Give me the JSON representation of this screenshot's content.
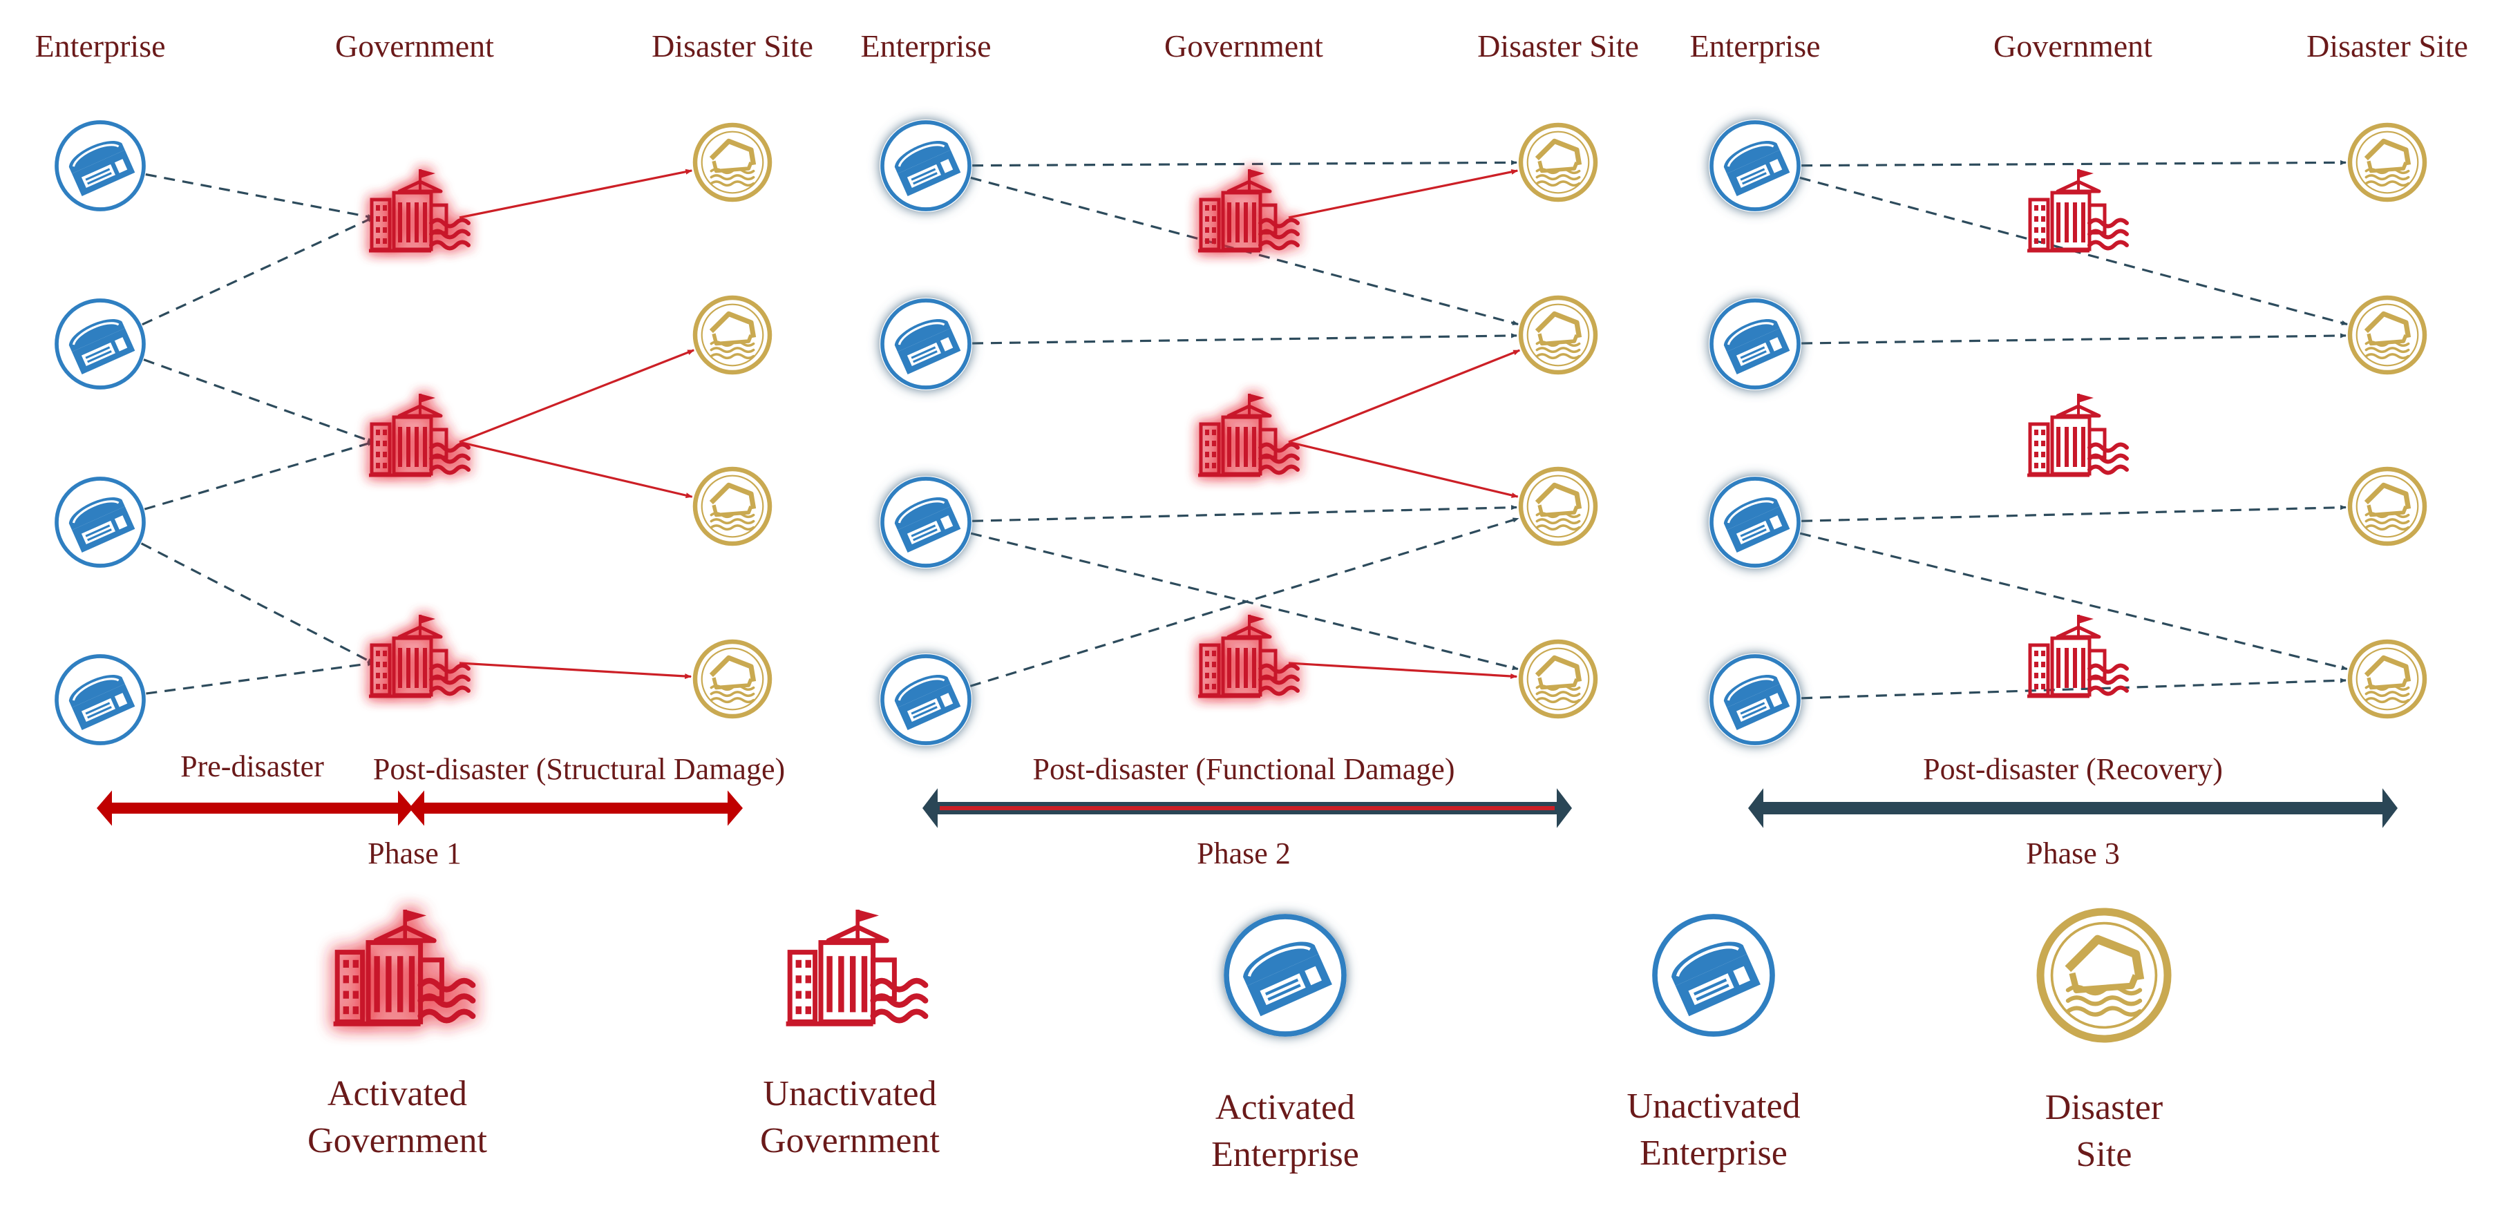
{
  "columns": {
    "enterprise": "Enterprise",
    "government": "Government",
    "disaster_site": "Disaster Site"
  },
  "phases": [
    {
      "name": "Phase 1",
      "segments": [
        "Pre-disaster",
        "Post-disaster (Structural Damage)"
      ],
      "enterprises": [
        "unactivated",
        "unactivated",
        "unactivated",
        "unactivated"
      ],
      "governments": [
        "activated",
        "activated",
        "activated"
      ],
      "enterprise_to_government": [
        [
          1,
          1
        ],
        [
          2,
          1
        ],
        [
          2,
          2
        ],
        [
          3,
          2
        ],
        [
          3,
          3
        ],
        [
          4,
          3
        ]
      ],
      "government_to_site": [
        [
          1,
          1
        ],
        [
          2,
          2
        ],
        [
          2,
          3
        ],
        [
          3,
          4
        ]
      ],
      "enterprise_to_site": []
    },
    {
      "name": "Phase 2",
      "segments": [
        "Post-disaster (Functional Damage)"
      ],
      "enterprises": [
        "activated",
        "activated",
        "activated",
        "activated"
      ],
      "governments": [
        "activated",
        "activated",
        "activated"
      ],
      "enterprise_to_government": [],
      "government_to_site": [
        [
          1,
          1
        ],
        [
          2,
          2
        ],
        [
          2,
          3
        ],
        [
          3,
          4
        ]
      ],
      "enterprise_to_site": [
        [
          1,
          1
        ],
        [
          1,
          2
        ],
        [
          2,
          2
        ],
        [
          3,
          3
        ],
        [
          3,
          4
        ],
        [
          4,
          3
        ]
      ]
    },
    {
      "name": "Phase 3",
      "segments": [
        "Post-disaster (Recovery)"
      ],
      "enterprises": [
        "activated",
        "activated",
        "activated",
        "activated"
      ],
      "governments": [
        "unactivated",
        "unactivated",
        "unactivated"
      ],
      "enterprise_to_government": [],
      "government_to_site": [],
      "enterprise_to_site": [
        [
          1,
          1
        ],
        [
          1,
          2
        ],
        [
          2,
          2
        ],
        [
          3,
          3
        ],
        [
          3,
          4
        ],
        [
          4,
          4
        ]
      ]
    }
  ],
  "legend": [
    {
      "kind": "government",
      "state": "activated",
      "lines": [
        "Activated",
        "Government"
      ]
    },
    {
      "kind": "government",
      "state": "unactivated",
      "lines": [
        "Unactivated",
        "Government"
      ]
    },
    {
      "kind": "enterprise",
      "state": "activated",
      "lines": [
        "Activated",
        "Enterprise"
      ]
    },
    {
      "kind": "enterprise",
      "state": "unactivated",
      "lines": [
        "Unactivated",
        "Enterprise"
      ]
    },
    {
      "kind": "site",
      "state": "",
      "lines": [
        "Disaster",
        "Site"
      ]
    }
  ],
  "colors": {
    "government": "#c8182a",
    "enterprise": "#2f7fc1",
    "site": "#c9a951",
    "dashed_link": "#2d4b5c",
    "solid_link": "#cc1f26",
    "text": "#6a1a1a",
    "phase3_bar": "#2a4656"
  },
  "icons": {
    "government": "city-hall-flood-icon",
    "enterprise": "factory-building-icon",
    "site": "collapsed-house-flood-icon"
  }
}
